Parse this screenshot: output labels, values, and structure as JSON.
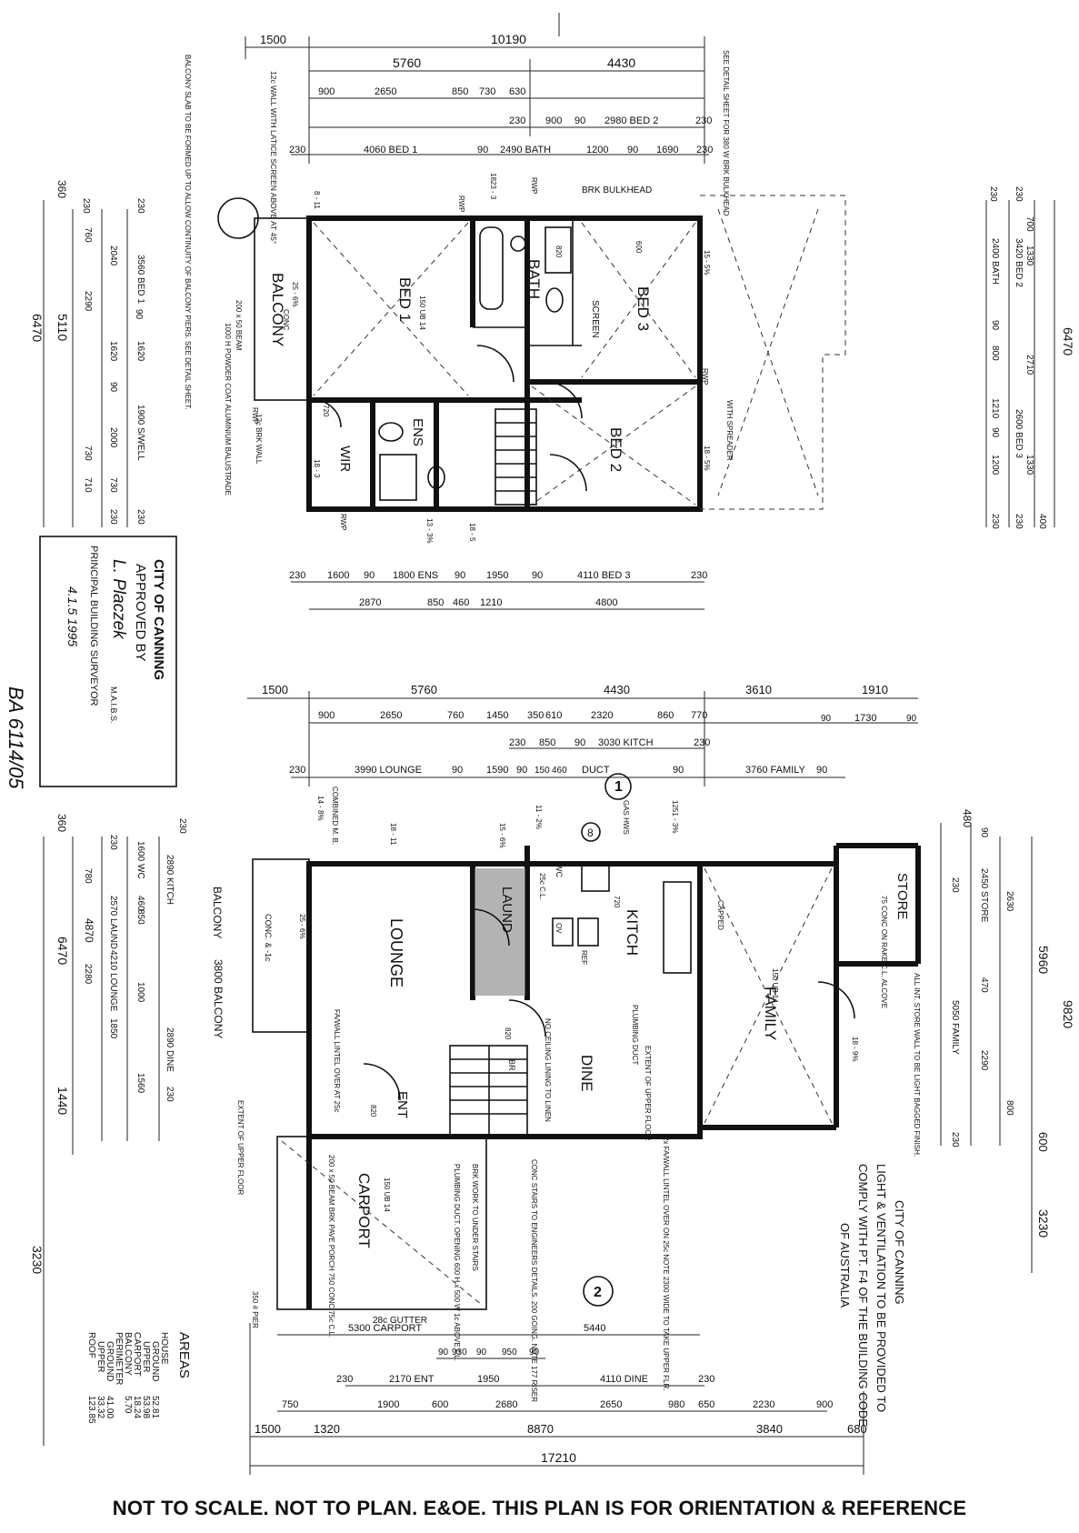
{
  "upper_floor": {
    "rooms": [
      "BALCONY",
      "BED 1",
      "BATH",
      "BED 3",
      "BED 2",
      "ENS",
      "WIR",
      "SCREEN"
    ],
    "dims_top": [
      "1500",
      "10190",
      "5760",
      "4430",
      "900",
      "2650",
      "850",
      "730",
      "630",
      "230",
      "900",
      "90",
      "2980 BED 2",
      "230",
      "230",
      "4060 BED 1",
      "90",
      "2490 BATH",
      "1200",
      "90",
      "1690",
      "230"
    ],
    "dims_bottom": [
      "230",
      "1600",
      "90",
      "1800 ENS",
      "90",
      "1950",
      "90",
      "4110 BED 3",
      "230",
      "2870",
      "850",
      "460",
      "1210",
      "4800"
    ],
    "dims_left": [
      "360",
      "230",
      "230",
      "760",
      "2040",
      "90",
      "3560 BED 1",
      "2290",
      "1620",
      "1620",
      "90",
      "6470",
      "5110",
      "1900 S/WELL",
      "2000",
      "730",
      "730",
      "710",
      "230",
      "230"
    ],
    "dims_right": [
      "230",
      "230",
      "700",
      "1330",
      "2400 BATH",
      "3420 BED 2",
      "6470",
      "2710",
      "90",
      "800",
      "1210",
      "90",
      "2600 BED 3",
      "1200",
      "1330",
      "230",
      "230",
      "400"
    ],
    "notes": {
      "balcony_slab": "BALCONY SLAB TO BE FORMED UP TO ALLOW CONTINUITY OF BALCONY PIERS. SEE DETAIL SHEET.",
      "lattice": "12c WALL WITH LATICE SCREEN ABOVE AT 45°",
      "detail_sheet": "SEE DETAIL SHEET FOR 380 W BRK BULKHEAD",
      "brk_bulkhead": "BRK BULKHEAD",
      "balustrade": "1000 H POWDER COAT ALUMINIUM BALUSTRADE",
      "beam": "200 x 50 BEAM",
      "brk_wall": "12c BRK WALL",
      "spreader": "WITH SPREADER",
      "rwp": "RWP",
      "balcony_conc": "CONC"
    },
    "codes": [
      "25 - 6%",
      "8 - 11",
      "18 - 3",
      "13 - 3%",
      "18 - 5",
      "15 - 5%",
      "18 - 5%",
      "150 UB 14",
      "720",
      "820",
      "600",
      "1823 - 3"
    ]
  },
  "lower_floor": {
    "rooms": [
      "BALCONY",
      "LOUNGE",
      "LAUND",
      "KITCH",
      "DINE",
      "ENT",
      "FAMILY",
      "STORE",
      "CARPORT"
    ],
    "dims_top": [
      "1500",
      "5760",
      "4430",
      "3610",
      "1910",
      "900",
      "2650",
      "760",
      "1450",
      "350",
      "610",
      "2320",
      "860",
      "770",
      "90",
      "1730",
      "90",
      "230",
      "850",
      "90",
      "3030 KITCH",
      "230",
      "230",
      "3990 LOUNGE",
      "90",
      "1590",
      "90",
      "150",
      "460",
      "DUCT",
      "90",
      "3760 FAMILY",
      "90"
    ],
    "dims_bottom": [
      "5300 CARPORT",
      "5440",
      "90",
      "930",
      "90",
      "950",
      "90",
      "230",
      "2170 ENT",
      "1950",
      "4110 DINE",
      "230",
      "750",
      "1900",
      "600",
      "2680",
      "2650",
      "980",
      "650",
      "2230",
      "900",
      "8870",
      "3840",
      "1500",
      "1320",
      "680",
      "17210"
    ],
    "dims_left": [
      "360",
      "230",
      "230",
      "1600 WC",
      "2890 KITCH",
      "780",
      "460",
      "850",
      "2570 LAUND",
      "6470",
      "4870",
      "4210 LOUNGE",
      "2280",
      "1000",
      "1850",
      "2890 DINE",
      "1560",
      "230",
      "1440",
      "3230",
      "3800 BALCONY"
    ],
    "dims_right": [
      "480",
      "90",
      "230",
      "2450 STORE",
      "2630",
      "5960",
      "9820",
      "470",
      "5050 FAMILY",
      "2290",
      "800",
      "230",
      "600",
      "3230"
    ],
    "notes": {
      "combined": "COMBINED M. B.",
      "gas_hws": "GAS HWS",
      "conc": "CONC. & -1c",
      "fa_lintel": "FA/WALL LINTEL OVER AT 25c",
      "extent_upper": "EXTENT OF UPPER FLOOR",
      "no_ceiling": "NO CEILING LINING TO LINEN",
      "plumbing_duct": "PLUMBING DUCT",
      "store_note": "75 CONC ON RAKE C.L. ALCOVE",
      "store_wall": "ALL INT. STORE WALL TO BE LIGHT BAGGED FINISH.",
      "carport_notes": "200 x 50 BEAM  BRK PAVE PORCH  750 CONC  75c C.L.",
      "beam": "150 UB 14",
      "plumbing_ducts": "PLUMBING DUCT. OPENING 600 H x 500 W 1c ABOVE F.L.",
      "brk_work": "BRK WORK TO UNDER STAIRS",
      "conc_stairs": "CONC STAIRS TO ENGINEERS DETAILS. 200 GOING. NOTE 177 RISER",
      "lintel_2x": "2x FA/WALL LINTEL OVER ON 25c NOTE 2300 WIDE TO TAKE UPPER FLR.",
      "gutter": "28c GUTTER",
      "pier": "350 # PIER",
      "ceiling": "25c C.L.",
      "capped": "CAPPED",
      "codes": [
        "25 - 6%",
        "18 - 11",
        "11 - 2%",
        "1251 - 3%",
        "18 - 9%",
        "14 - 8%",
        "15 - 6%",
        "150 UB 14",
        "820",
        "720",
        "820",
        "OV",
        "REF",
        "BR",
        "WC"
      ]
    }
  },
  "approval": {
    "title": "CITY OF CANNING",
    "approved": "APPROVED BY",
    "signature": "L. Placzek",
    "quals": "M.A.I.B.S.",
    "role": "PRINCIPAL BUILDING SURVEYOR",
    "date": "4.1.5  1995",
    "stamp_no": "BA 6114/05"
  },
  "city_note": {
    "lines": [
      "CITY OF CANNING",
      "LIGHT & VENTILATION TO BE PROVIDED TO",
      "COMPLY WITH PT. F4 OF THE BUILDING CODE",
      "OF AUSTRALIA"
    ]
  },
  "areas": {
    "title": "AREAS",
    "rows": [
      {
        "label": "HOUSE",
        "value": ""
      },
      {
        "label": "GROUND",
        "value": "52.81"
      },
      {
        "label": "UPPER",
        "value": "53.98"
      },
      {
        "label": "CARPORT",
        "value": "18.24"
      },
      {
        "label": "BALCONY",
        "value": "5.70"
      },
      {
        "label": "PERIMETER",
        "value": ""
      },
      {
        "label": "GROUND",
        "value": "41.00"
      },
      {
        "label": "UPPER",
        "value": "33.32"
      },
      {
        "label": "ROOF",
        "value": "123.85"
      }
    ]
  },
  "markers": [
    "1",
    "2",
    "8"
  ],
  "footer": "NOT TO SCALE. NOT TO PLAN. E&OE. THIS PLAN IS FOR ORIENTATION & REFERENCE"
}
